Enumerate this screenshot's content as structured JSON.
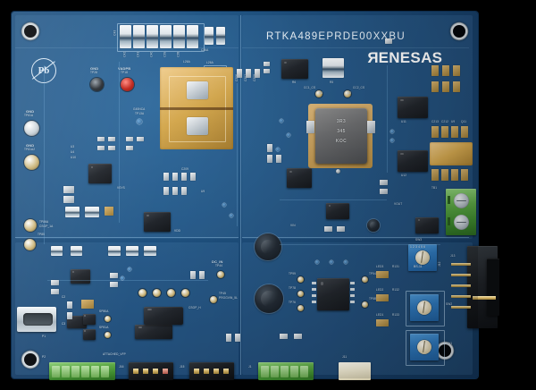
{
  "board": {
    "part_number": "RTKA489EPRDE00XXBU",
    "brand": "RENESAS",
    "brand_mark": "R",
    "pb_free_label": "Pb",
    "soldermask_color": "#1d4e7c",
    "silkscreen_color": "#cfe2f2"
  },
  "inductor": {
    "line1": "3R3",
    "line2": "345",
    "line3": "KOC"
  },
  "rotary_switches": [
    {
      "name": "SW3",
      "label": "SW3",
      "digits": "1 2 3 4 5 6",
      "sub": "BS-11"
    },
    {
      "name": "SW2",
      "label": "SW2",
      "digits": ""
    },
    {
      "name": "SW1",
      "label": "SW1",
      "digits": ""
    }
  ],
  "testpoints": [
    {
      "id": "TP28",
      "net": "GND"
    },
    {
      "id": "TP18",
      "net": "VADPB"
    },
    {
      "id": "TP81A",
      "net": "GND"
    },
    {
      "id": "TP81A2",
      "net": "GND"
    },
    {
      "id": "TP86A",
      "net": "CSOP_1A"
    },
    {
      "id": "TP85",
      "net": ""
    },
    {
      "id": "TP44",
      "net": "DC_IN"
    },
    {
      "id": "TP45",
      "net": "PROGVIN_5L"
    },
    {
      "id": "TP5B",
      "net": ""
    },
    {
      "id": "TP48",
      "net": ""
    },
    {
      "id": "TP99",
      "net": ""
    },
    {
      "id": "TP78",
      "net": ""
    },
    {
      "id": "TP76",
      "net": ""
    },
    {
      "id": "TP54",
      "net": ""
    }
  ],
  "connectors": [
    {
      "ref": "J16",
      "label": "J16",
      "type": "header-4pin"
    },
    {
      "ref": "J15",
      "label": "J15",
      "type": "header-4pin"
    },
    {
      "ref": "J1",
      "label": "J1",
      "type": "terminal-block"
    },
    {
      "ref": "J13",
      "label": "J13",
      "type": "header-5pin"
    },
    {
      "ref": "P1",
      "label": "P1",
      "type": "usb-c"
    },
    {
      "ref": "P2",
      "label": "P2",
      "type": "terminal-block-green"
    },
    {
      "ref": "TB1",
      "label": "TB1",
      "type": "terminal-block-green-2pos"
    },
    {
      "ref": "J11",
      "label": "J11",
      "type": "white-connector"
    },
    {
      "ref": "J12",
      "label": "J12",
      "type": "header-black"
    }
  ],
  "silkscreen": {
    "left_column": [
      "GND",
      "TP81A",
      "GND",
      "TP86A",
      "TP86A",
      "CSOP_1A",
      "TP85"
    ],
    "top_caps": [
      "C43",
      "C42",
      "C41",
      "C40",
      "C39",
      "C38",
      "C37",
      "C36A"
    ],
    "misc": [
      "L26A",
      "G45NCA",
      "TP13A",
      "C206",
      "C207",
      "C208",
      "C209",
      "C220",
      "C216",
      "C215",
      "C214",
      "C213",
      "C212",
      "U9",
      "Q11",
      "TP10",
      "TP15",
      "L1",
      "C1",
      "C2",
      "C3",
      "C4",
      "R6",
      "R5",
      "R4",
      "U2",
      "U3",
      "U4",
      "U10",
      "U11",
      "U12",
      "VDD",
      "VIN",
      "VOUT",
      "VSYS",
      "ATTACHED_VFP",
      "DC_IN",
      "TP44",
      "PROGVIN_5L",
      "CSOP_H",
      "LED3",
      "LED2",
      "LED1",
      "R131",
      "R132",
      "R133",
      "CC1_CS",
      "CC2_CS",
      "SP80A",
      "SP81A"
    ]
  },
  "mounting_holes": [
    {
      "position": "top-left"
    },
    {
      "position": "top-right"
    },
    {
      "position": "bottom-left"
    },
    {
      "position": "bottom-right"
    }
  ]
}
